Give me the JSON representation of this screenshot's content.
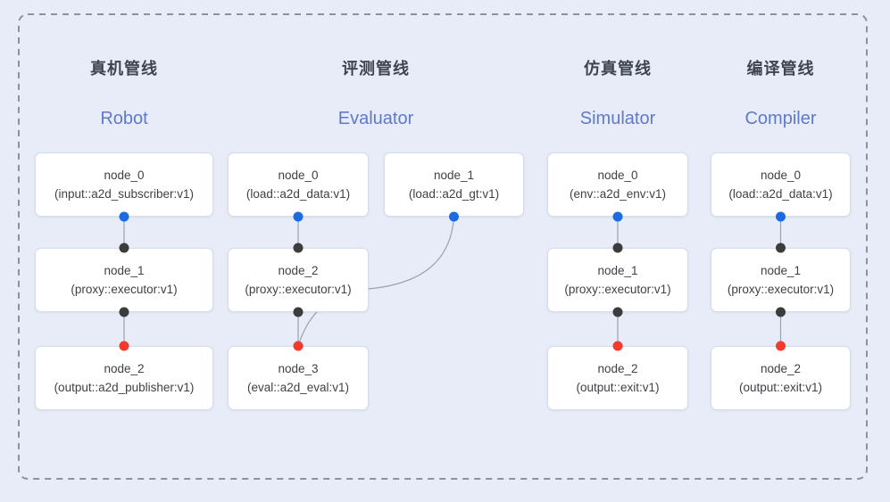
{
  "diagram": {
    "background_color": "#e7ecf8",
    "dashed_border_color": "#8b919d",
    "connector_color": "#9aa3b2",
    "title_zh_color": "#3d4451",
    "title_en_color": "#5e7ac8",
    "node_text_color": "#3e4148"
  },
  "port_colors": {
    "blue": "#1d6be3",
    "black": "#3c3c3c",
    "red": "#f23b2d"
  },
  "pipelines": [
    {
      "title_zh": "真机管线",
      "title_en": "Robot",
      "nodes": [
        {
          "name": "node_0",
          "type": "(input::a2d_subscriber:v1)",
          "row": 0,
          "col": 0
        },
        {
          "name": "node_1",
          "type": "(proxy::executor:v1)",
          "row": 1,
          "col": 0
        },
        {
          "name": "node_2",
          "type": "(output::a2d_publisher:v1)",
          "row": 2,
          "col": 0
        }
      ],
      "edges": [
        {
          "from": 0,
          "to": 1,
          "from_port": "blue",
          "to_port": "black",
          "curved": false
        },
        {
          "from": 1,
          "to": 2,
          "from_port": "black",
          "to_port": "red",
          "curved": false
        }
      ]
    },
    {
      "title_zh": "评测管线",
      "title_en": "Evaluator",
      "nodes": [
        {
          "name": "node_0",
          "type": "(load::a2d_data:v1)",
          "row": 0,
          "col": 0
        },
        {
          "name": "node_1",
          "type": "(load::a2d_gt:v1)",
          "row": 0,
          "col": 1
        },
        {
          "name": "node_2",
          "type": "(proxy::executor:v1)",
          "row": 1,
          "col": 0
        },
        {
          "name": "node_3",
          "type": "(eval::a2d_eval:v1)",
          "row": 2,
          "col": 0
        }
      ],
      "edges": [
        {
          "from": 0,
          "to": 2,
          "from_port": "blue",
          "to_port": "black",
          "curved": false
        },
        {
          "from": 2,
          "to": 3,
          "from_port": "black",
          "to_port": "red",
          "curved": false
        },
        {
          "from": 1,
          "to": 3,
          "from_port": "blue",
          "to_port": null,
          "curved": true
        }
      ]
    },
    {
      "title_zh": "仿真管线",
      "title_en": "Simulator",
      "nodes": [
        {
          "name": "node_0",
          "type": "(env::a2d_env:v1)",
          "row": 0,
          "col": 0
        },
        {
          "name": "node_1",
          "type": "(proxy::executor:v1)",
          "row": 1,
          "col": 0
        },
        {
          "name": "node_2",
          "type": "(output::exit:v1)",
          "row": 2,
          "col": 0
        }
      ],
      "edges": [
        {
          "from": 0,
          "to": 1,
          "from_port": "blue",
          "to_port": "black",
          "curved": false
        },
        {
          "from": 1,
          "to": 2,
          "from_port": "black",
          "to_port": "red",
          "curved": false
        }
      ]
    },
    {
      "title_zh": "编译管线",
      "title_en": "Compiler",
      "nodes": [
        {
          "name": "node_0",
          "type": "(load::a2d_data:v1)",
          "row": 0,
          "col": 0
        },
        {
          "name": "node_1",
          "type": "(proxy::executor:v1)",
          "row": 1,
          "col": 0
        },
        {
          "name": "node_2",
          "type": "(output::exit:v1)",
          "row": 2,
          "col": 0
        }
      ],
      "edges": [
        {
          "from": 0,
          "to": 1,
          "from_port": "blue",
          "to_port": "black",
          "curved": false
        },
        {
          "from": 1,
          "to": 2,
          "from_port": "black",
          "to_port": "red",
          "curved": false
        }
      ]
    }
  ]
}
